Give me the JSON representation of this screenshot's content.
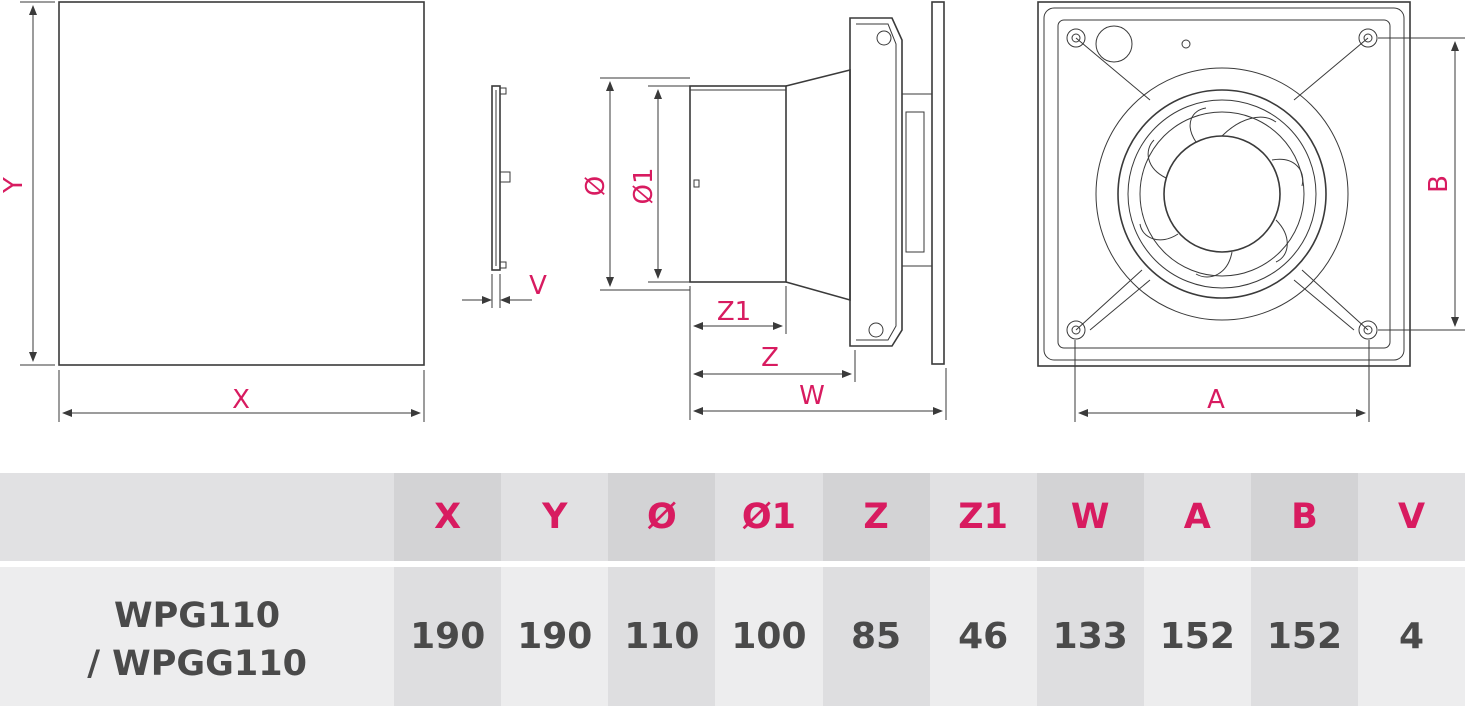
{
  "drawing": {
    "labels": {
      "x": "X",
      "y": "Y",
      "v": "V",
      "diameter": "Ø",
      "diameter1": "Ø1",
      "z1": "Z1",
      "z": "Z",
      "w": "W",
      "a": "A",
      "b": "B"
    }
  },
  "table": {
    "headers": [
      "X",
      "Y",
      "Ø",
      "Ø1",
      "Z",
      "Z1",
      "W",
      "A",
      "B",
      "V"
    ],
    "model_line1": "WPG110",
    "model_line2": "/ WPGG110",
    "values": [
      "190",
      "190",
      "110",
      "100",
      "85",
      "46",
      "133",
      "152",
      "152",
      "4"
    ]
  },
  "colors": {
    "accent": "#d81b60",
    "text": "#4a4a4a",
    "line": "#3a3a3a"
  }
}
